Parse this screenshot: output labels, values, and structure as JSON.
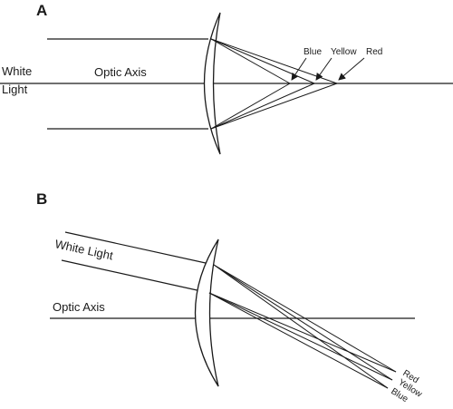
{
  "panel_a": {
    "letter": "A",
    "white_light": [
      "White",
      "Light"
    ],
    "optic_axis": "Optic Axis",
    "color_labels": [
      "Blue",
      "Yellow",
      "Red"
    ]
  },
  "panel_b": {
    "letter": "B",
    "white_light": "White Light",
    "optic_axis": "Optic Axis",
    "color_labels": [
      "Red",
      "Yellow",
      "Blue"
    ]
  },
  "colors": {
    "ink": "#1a1a1a",
    "background": "#ffffff"
  }
}
